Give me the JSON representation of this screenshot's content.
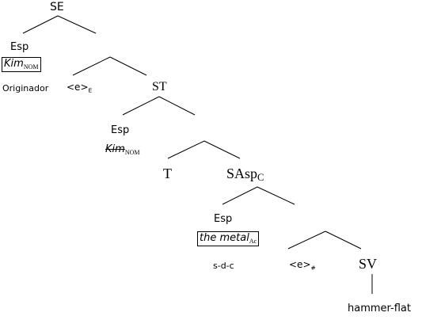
{
  "tree": {
    "root": "SE",
    "spec_label_1": "Esp",
    "kim_1": "Kim",
    "kim_1_sub": "NOM",
    "originador": "Originador",
    "e_E": "<e>",
    "e_E_sub": "E",
    "ST": "ST",
    "spec_label_2": "Esp",
    "kim_2": "Kim",
    "kim_2_sub": "NOM",
    "T": "T",
    "SAsp": "SAsp",
    "SAsp_sub": "C",
    "spec_label_3": "Esp",
    "metal": "the metal",
    "metal_sub": "Ac",
    "sdc": "s-d-c",
    "e_hash": "<e>",
    "e_hash_sub": "#",
    "SV": "SV",
    "verb": "hammer-flat"
  }
}
